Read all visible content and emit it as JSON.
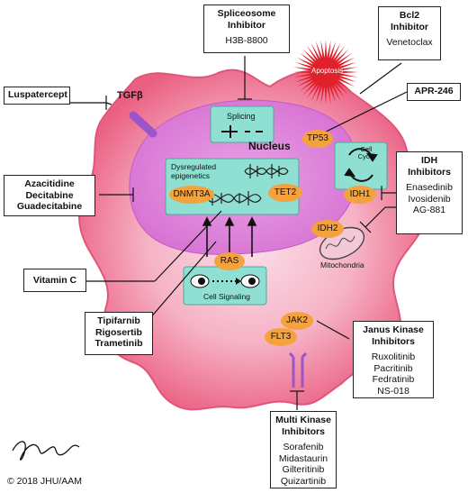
{
  "nucleus_label": "Nucleus",
  "splicing_label": "Splicing",
  "apoptosis_label": "Apoptosis",
  "cell_cycle_label": "Cell Cycle",
  "epigenetics_label": "Dysregulated epigenetics",
  "cell_signaling_label": "Cell Signaling",
  "mitochondria_label": "Mitochondria",
  "tgfb_label": "TGFβ",
  "copyright": "© 2018 JHU/AAM",
  "targets": {
    "tp53": "TP53",
    "dnmt3a": "DNMT3A",
    "tet2": "TET2",
    "idh1": "IDH1",
    "idh2": "IDH2",
    "ras": "RAS",
    "jak2": "JAK2",
    "flt3": "FLT3"
  },
  "boxes": {
    "spliceosome": {
      "title": "Spliceosome Inhibitor",
      "items": [
        "H3B-8800"
      ]
    },
    "bcl2": {
      "title": "Bcl2 Inhibitor",
      "items": [
        "Venetoclax"
      ]
    },
    "luspatercept": {
      "title": "Luspatercept",
      "items": []
    },
    "apr246": {
      "title": "APR-246",
      "items": []
    },
    "hypomethylating": {
      "title": "Azacitidine Decitabine Guadecitabine",
      "lines": [
        "Azacitidine",
        "Decitabine",
        "Guadecitabine"
      ]
    },
    "idh": {
      "title": "IDH Inhibitors",
      "items": [
        "Enasedinib",
        "Ivosidenib",
        "AG-881"
      ]
    },
    "vitaminc": {
      "title": "Vitamin C"
    },
    "ras_inhib": {
      "lines": [
        "Tipifarnib",
        "Rigosertib",
        "Trametinib"
      ]
    },
    "jak": {
      "title": "Janus Kinase Inhibitors",
      "items": [
        "Ruxolitinib",
        "Pacritinib",
        "Fedratinib",
        "NS-018"
      ]
    },
    "multikinase": {
      "title": "Multi Kinase Inhibitors",
      "items": [
        "Sorafenib",
        "Midastaurin",
        "Gilteritinib",
        "Quizartinib"
      ]
    }
  },
  "colors": {
    "cell": "#ef6f8e",
    "cell_inner": "#f7b8c9",
    "nucleus": "#dd75d6",
    "teal": "#8fe0d2",
    "orange": "#f4a23d",
    "apoptosis": "#e0202a",
    "receptor": "#9a55c8"
  }
}
